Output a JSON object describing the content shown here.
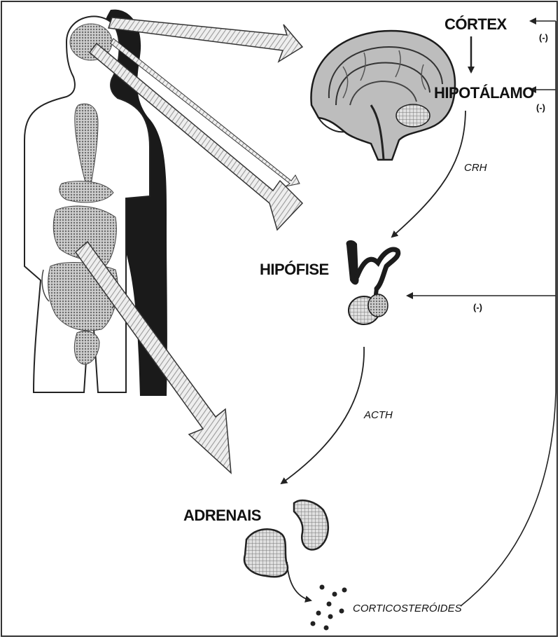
{
  "labels": {
    "cortex": "CÓRTEX",
    "hipotalamo": "HIPOTÁLAMO",
    "hipofise": "HIPÓFISE",
    "adrenais": "ADRENAIS",
    "crh": "CRH",
    "acth": "ACTH",
    "corticosteroides": "CORTICOSTERÓIDES"
  },
  "feedback": {
    "cortex": "(-)",
    "hipotalamo": "(-)",
    "hipofise": "(-)"
  }
}
